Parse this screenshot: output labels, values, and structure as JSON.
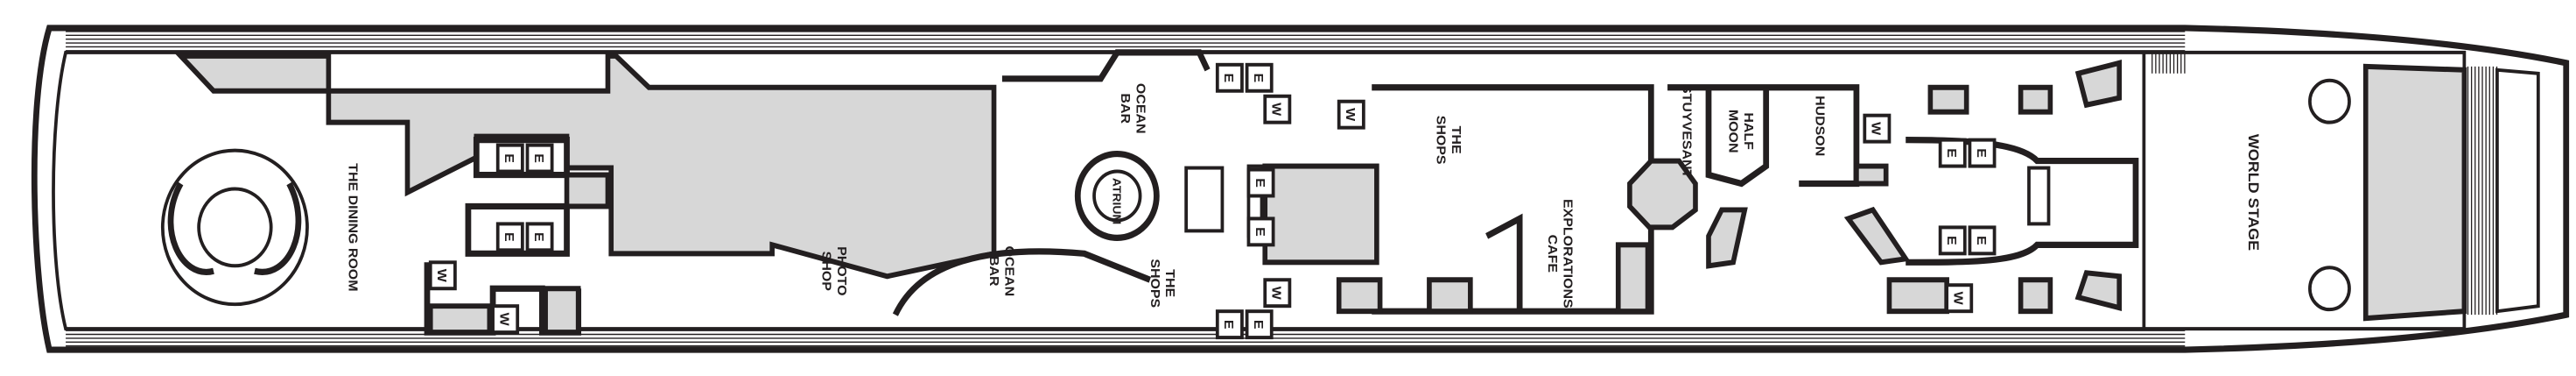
{
  "plan": {
    "rooms": {
      "dining_room": "THE DINING ROOM",
      "photo_shop": [
        "PHOTO",
        "SHOP"
      ],
      "ocean_bar_lower": [
        "OCEAN",
        "BAR"
      ],
      "ocean_bar_upper": [
        "OCEAN",
        "BAR"
      ],
      "atrium": "ATRIUM",
      "the_shops_small": [
        "THE",
        "SHOPS"
      ],
      "the_shops_large": [
        "THE",
        "SHOPS"
      ],
      "explorations_cafe": [
        "EXPLORATIONS",
        "CAFE"
      ],
      "stuyvesant": "STUYVESANT",
      "half_moon": [
        "HALF",
        "MOON"
      ],
      "hudson": "HUDSON",
      "world_stage": "WORLD STAGE"
    },
    "markers": {
      "elevator": "E",
      "washroom": "W"
    }
  },
  "colors": {
    "wall": "#231f20",
    "fill": "#d7d7d7",
    "background": "#ffffff"
  }
}
